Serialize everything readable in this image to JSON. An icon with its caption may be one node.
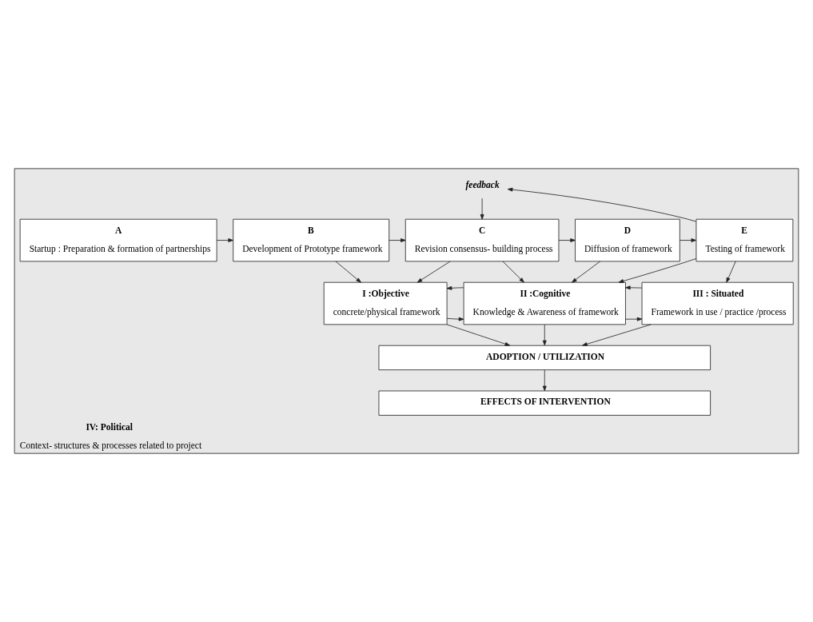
{
  "diagram": {
    "nodes": [
      {
        "text": [
          "IV: Political",
          "Context- structures & processes related to project"
        ]
      },
      {
        "text": [
          "A",
          "Startup : Preparation & formation of partnerships"
        ],
        "in": 0
      },
      {
        "text": [
          "B",
          "Development of Prototype framework"
        ],
        "in": 0
      },
      {
        "text": [
          "C",
          "Revision consensus- building process"
        ],
        "in": 0
      },
      {
        "text": [
          "D",
          "Diffusion of framework"
        ],
        "in": 0
      },
      {
        "text": [
          "E",
          "Testing of framework"
        ],
        "in": 0
      },
      {
        "text": [
          "I :Objective",
          "concrete/physical framework"
        ],
        "in": 0
      },
      {
        "text": [
          "II :Cognitive",
          "Knowledge & Awareness of framework"
        ],
        "in": 0
      },
      {
        "text": [
          "III : Situated",
          "Framework in use / practice /process"
        ],
        "in": 0
      },
      {
        "text": [
          "ADOPTION / UTILIZATION"
        ],
        "in": 0
      },
      {
        "text": [
          "EFFECTS OF INTERVENTION"
        ],
        "in": 0
      },
      {
        "text": [
          "feedback"
        ],
        "in": 0
      }
    ],
    "edges": [
      {
        "from": 1,
        "to": 2,
        "arrow": "to"
      },
      {
        "from": 2,
        "to": 3,
        "arrow": "to"
      },
      {
        "from": 3,
        "to": 4,
        "arrow": "to"
      },
      {
        "from": 4,
        "to": 5,
        "arrow": "to"
      },
      {
        "from": 5,
        "to": 11,
        "arrow": "to"
      },
      {
        "from": 11,
        "to": 3,
        "arrow": "to"
      },
      {
        "from": 2,
        "to": 6,
        "arrow": "to"
      },
      {
        "from": 3,
        "to": 6,
        "arrow": "to"
      },
      {
        "from": 3,
        "to": 7,
        "arrow": "to"
      },
      {
        "from": 4,
        "to": 7,
        "arrow": "to"
      },
      {
        "from": 5,
        "to": 7,
        "arrow": "to"
      },
      {
        "from": 5,
        "to": 8,
        "arrow": "to"
      },
      {
        "from": 6,
        "to": 7,
        "arrow": "to"
      },
      {
        "from": 7,
        "to": 6,
        "arrow": "to"
      },
      {
        "from": 7,
        "to": 8,
        "arrow": "to"
      },
      {
        "from": 8,
        "to": 7,
        "arrow": "to"
      },
      {
        "from": 6,
        "to": 9,
        "arrow": "to"
      },
      {
        "from": 7,
        "to": 9,
        "arrow": "to"
      },
      {
        "from": 8,
        "to": 9,
        "arrow": "to"
      },
      {
        "from": 9,
        "to": 10,
        "arrow": "to"
      }
    ]
  }
}
